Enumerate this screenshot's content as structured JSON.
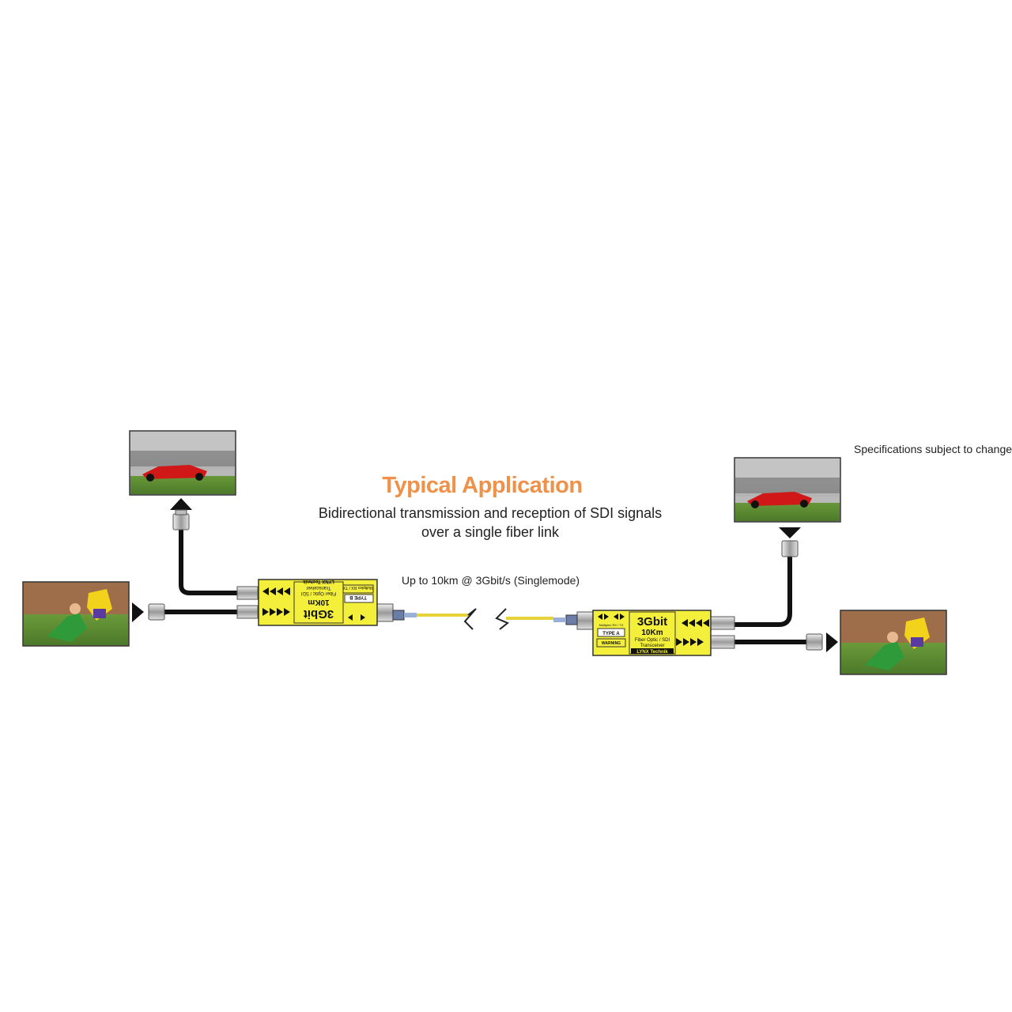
{
  "diagram": {
    "title": "Typical Application",
    "subtitle_line1": "Bidirectional transmission and reception of SDI signals",
    "subtitle_line2": "over a single fiber link",
    "link_label": "Up to 10km @ 3Gbit/s (Singlemode)",
    "spec_note": "Specifications subject to change"
  },
  "devices": {
    "left": {
      "model": "3Gbit",
      "distance": "10Km",
      "desc_line1": "Fiber Optic / SDI",
      "desc_line2": "Transceiver",
      "type_badge": "TYPE B",
      "brand": "LYNX Technik",
      "small_top": "Multiplex RX / TX"
    },
    "right": {
      "model": "3Gbit",
      "distance": "10Km",
      "desc_line1": "Fiber Optic / SDI",
      "desc_line2": "Transceiver",
      "type_badge": "TYPE A",
      "brand": "LYNX Technik",
      "small_top": "Multiplex RX / TX",
      "warning": "WARNING"
    }
  },
  "colors": {
    "title_orange": "#f0914a",
    "device_yellow": "#f4ef3a",
    "fiber_yellow": "#e8d23a",
    "cable_black": "#111111"
  }
}
